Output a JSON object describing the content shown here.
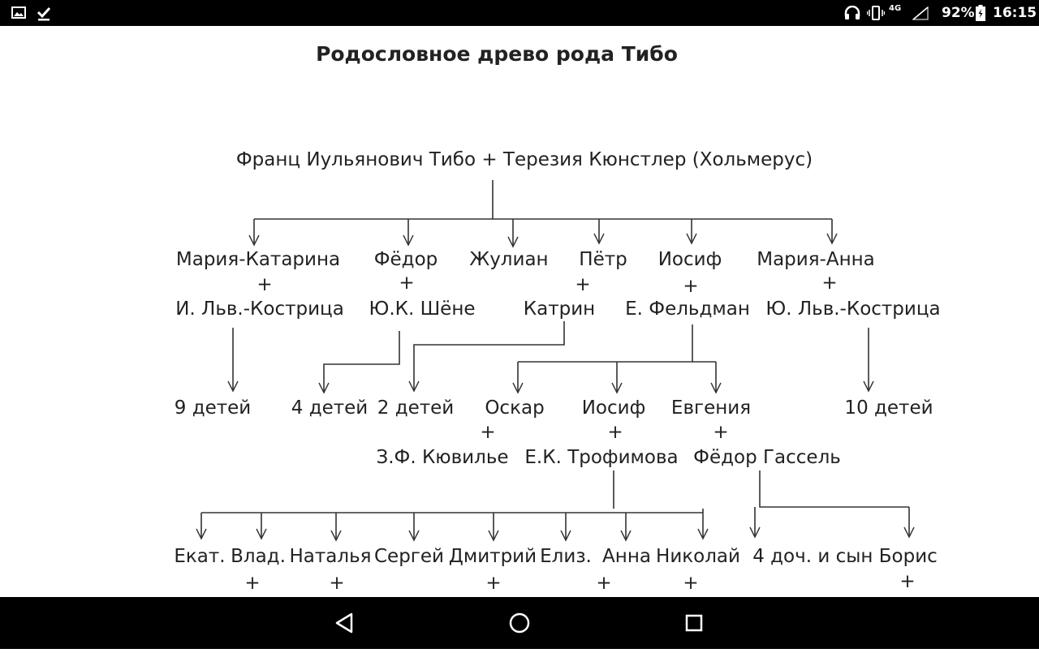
{
  "status_bar": {
    "icons": [
      "image-icon",
      "download-done-icon",
      "headset-icon",
      "vibrate-icon",
      "signal-4g-icon",
      "battery-icon"
    ],
    "network": "4G",
    "battery": "92%",
    "time": "16:15"
  },
  "document": {
    "title": "Родословное древо рода Тибо",
    "root": "Франц Иульянович Тибо + Терезия Кюнстлер (Хольмерус)",
    "marriage_symbol": "+",
    "generation_1": [
      {
        "name": "Мария-Катарина",
        "spouse": "И. Льв.-Кострица",
        "children": "9 детей"
      },
      {
        "name": "Фёдор",
        "spouse": "Ю.К. Шёне",
        "children": "4 детей"
      },
      {
        "name": "Жулиан"
      },
      {
        "name": "Пётр",
        "spouse": "Катрин",
        "children": "2 детей"
      },
      {
        "name": "Иосиф",
        "spouse": "Е. Фельдман"
      },
      {
        "name": "Мария-Анна",
        "spouse": "Ю. Льв.-Кострица",
        "children": "10 детей"
      }
    ],
    "generation_2": [
      {
        "name": "Оскар",
        "spouse": "З.Ф. Кювилье"
      },
      {
        "name": "Иосиф",
        "spouse": "Е.К. Трофимова"
      },
      {
        "name": "Евгения",
        "spouse": "Фёдор Гассель"
      }
    ],
    "generation_3": [
      "Екат.",
      "Влад.",
      "Наталья",
      "Сергей",
      "Дмитрий",
      "Елиз.",
      "Анна",
      "Николай",
      "4 доч. и сын Борис"
    ]
  }
}
